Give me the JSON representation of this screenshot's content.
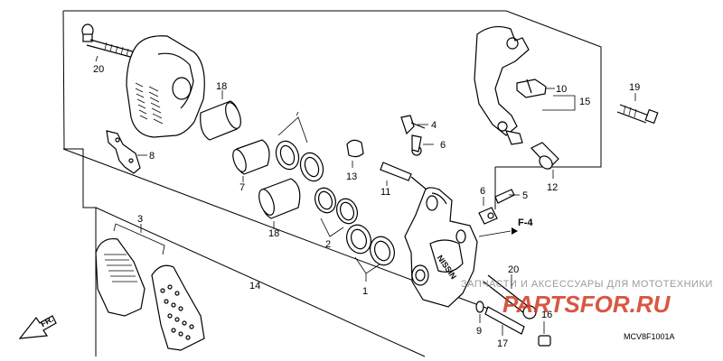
{
  "callouts": {
    "c1": "1",
    "c2": "2",
    "c3": "3",
    "c4": "4",
    "c5": "5",
    "c6a": "6",
    "c6b": "6",
    "c7": "7",
    "c8": "8",
    "c9": "9",
    "c10": "10",
    "c11": "11",
    "c12": "12",
    "c13": "13",
    "c14": "14",
    "c15": "15",
    "c16": "16",
    "c17": "17",
    "c18a": "18",
    "c18b": "18",
    "c19": "19",
    "c20a": "20",
    "c20b": "20"
  },
  "reference": {
    "section": "F-4"
  },
  "direction": {
    "label": "FR."
  },
  "diagram_code": "MCV8F1001A",
  "watermark": {
    "tagline": "ЗАПЧАСТИ И АКСЕССУАРЫ ДЛЯ МОТОТЕХНИКИ",
    "logo": "PARTSFOR.RU"
  }
}
